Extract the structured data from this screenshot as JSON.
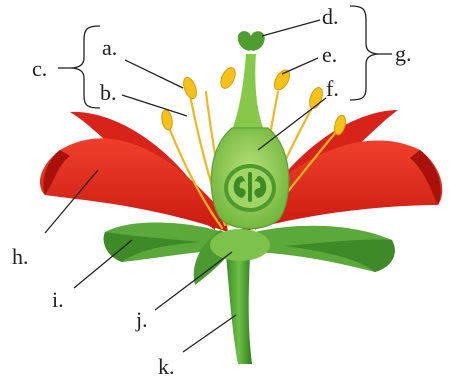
{
  "labels": {
    "a": "a.",
    "b": "b.",
    "c": "c.",
    "d": "d.",
    "e": "e.",
    "f": "f.",
    "g": "g.",
    "h": "h.",
    "i": "i.",
    "j": "j.",
    "k": "k."
  },
  "colors": {
    "petal": "#e8271b",
    "petal_dark": "#b3140c",
    "sepal": "#5cae3a",
    "sepal_dark": "#2f7a22",
    "pistil": "#8fcf4d",
    "pistil_dark": "#4d9a2c",
    "filament": "#f3b61f",
    "anther": "#f6c21a",
    "line": "#222222"
  }
}
